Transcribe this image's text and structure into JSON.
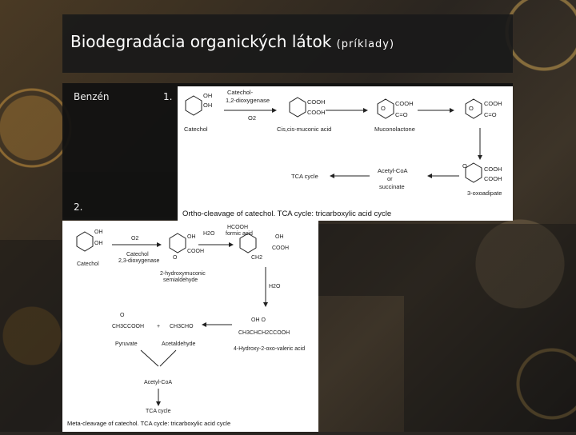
{
  "slide": {
    "title_main": "Biodegradácia organických látok",
    "title_sub": "(príklady)",
    "label_benzen": "Benzén",
    "label_one": "1.",
    "label_two": "2."
  },
  "ortho_diagram": {
    "enzyme_1": "Catechol-",
    "enzyme_2": "1,2-dioxygenase",
    "o2": "O2",
    "catechol_oh1": "OH",
    "catechol_oh2": "OH",
    "catechol": "Catechol",
    "cooh1": "COOH",
    "cooh2": "COOH",
    "muconic": "Cis,cis-muconic acid",
    "lactone_cooh": "COOH",
    "lactone_o": "O",
    "lactone_co": "C=O",
    "muconolactone": "Muconolactone",
    "enol_o": "O",
    "enol_cooh": "COOH",
    "enol_co": "C=O",
    "tca": "TCA cycle",
    "acetyl": "Acetyl-CoA",
    "or": "or",
    "succinate": "succinate",
    "oxo": "O",
    "adip_cooh1": "COOH",
    "adip_cooh2": "COOH",
    "oxoadipate": "3-oxoadipate",
    "caption": "Ortho-cleavage of catechol. TCA cycle: tricarboxylic acid cycle"
  },
  "meta_diagram": {
    "oh1": "OH",
    "oh2": "OH",
    "catechol": "Catechol",
    "o2": "O2",
    "enzyme_1": "Catechol",
    "enzyme_2": "2,3-dioxygenase",
    "semi_oh": "OH",
    "semi_cooh": "COOH",
    "semi_o": "O",
    "semi_1": "2-hydroxymuconic",
    "semi_2": "semialdehyde",
    "h2o_a": "H2O",
    "hcooh": "HCOOH",
    "formic": "formic acid",
    "ch2": "CH2",
    "pent_oh": "OH",
    "pent_cooh": "COOH",
    "h2o_b": "H2O",
    "valer_top": "OH     O",
    "valer_chain": "CH3CHCH2CCOOH",
    "valer_name": "4-Hydroxy-2-oxo-valeric acid",
    "pyr_o": "O",
    "pyr_chain": "CH3CCOOH",
    "plus": "+",
    "acet_chain": "CH3CHO",
    "pyruvate": "Pyruvate",
    "acetaldehyde": "Acetaldehyde",
    "acetyl": "Acetyl-CoA",
    "tca": "TCA cycle",
    "caption": "Meta-cleavage of catechol. TCA cycle: tricarboxylic acid cycle"
  }
}
